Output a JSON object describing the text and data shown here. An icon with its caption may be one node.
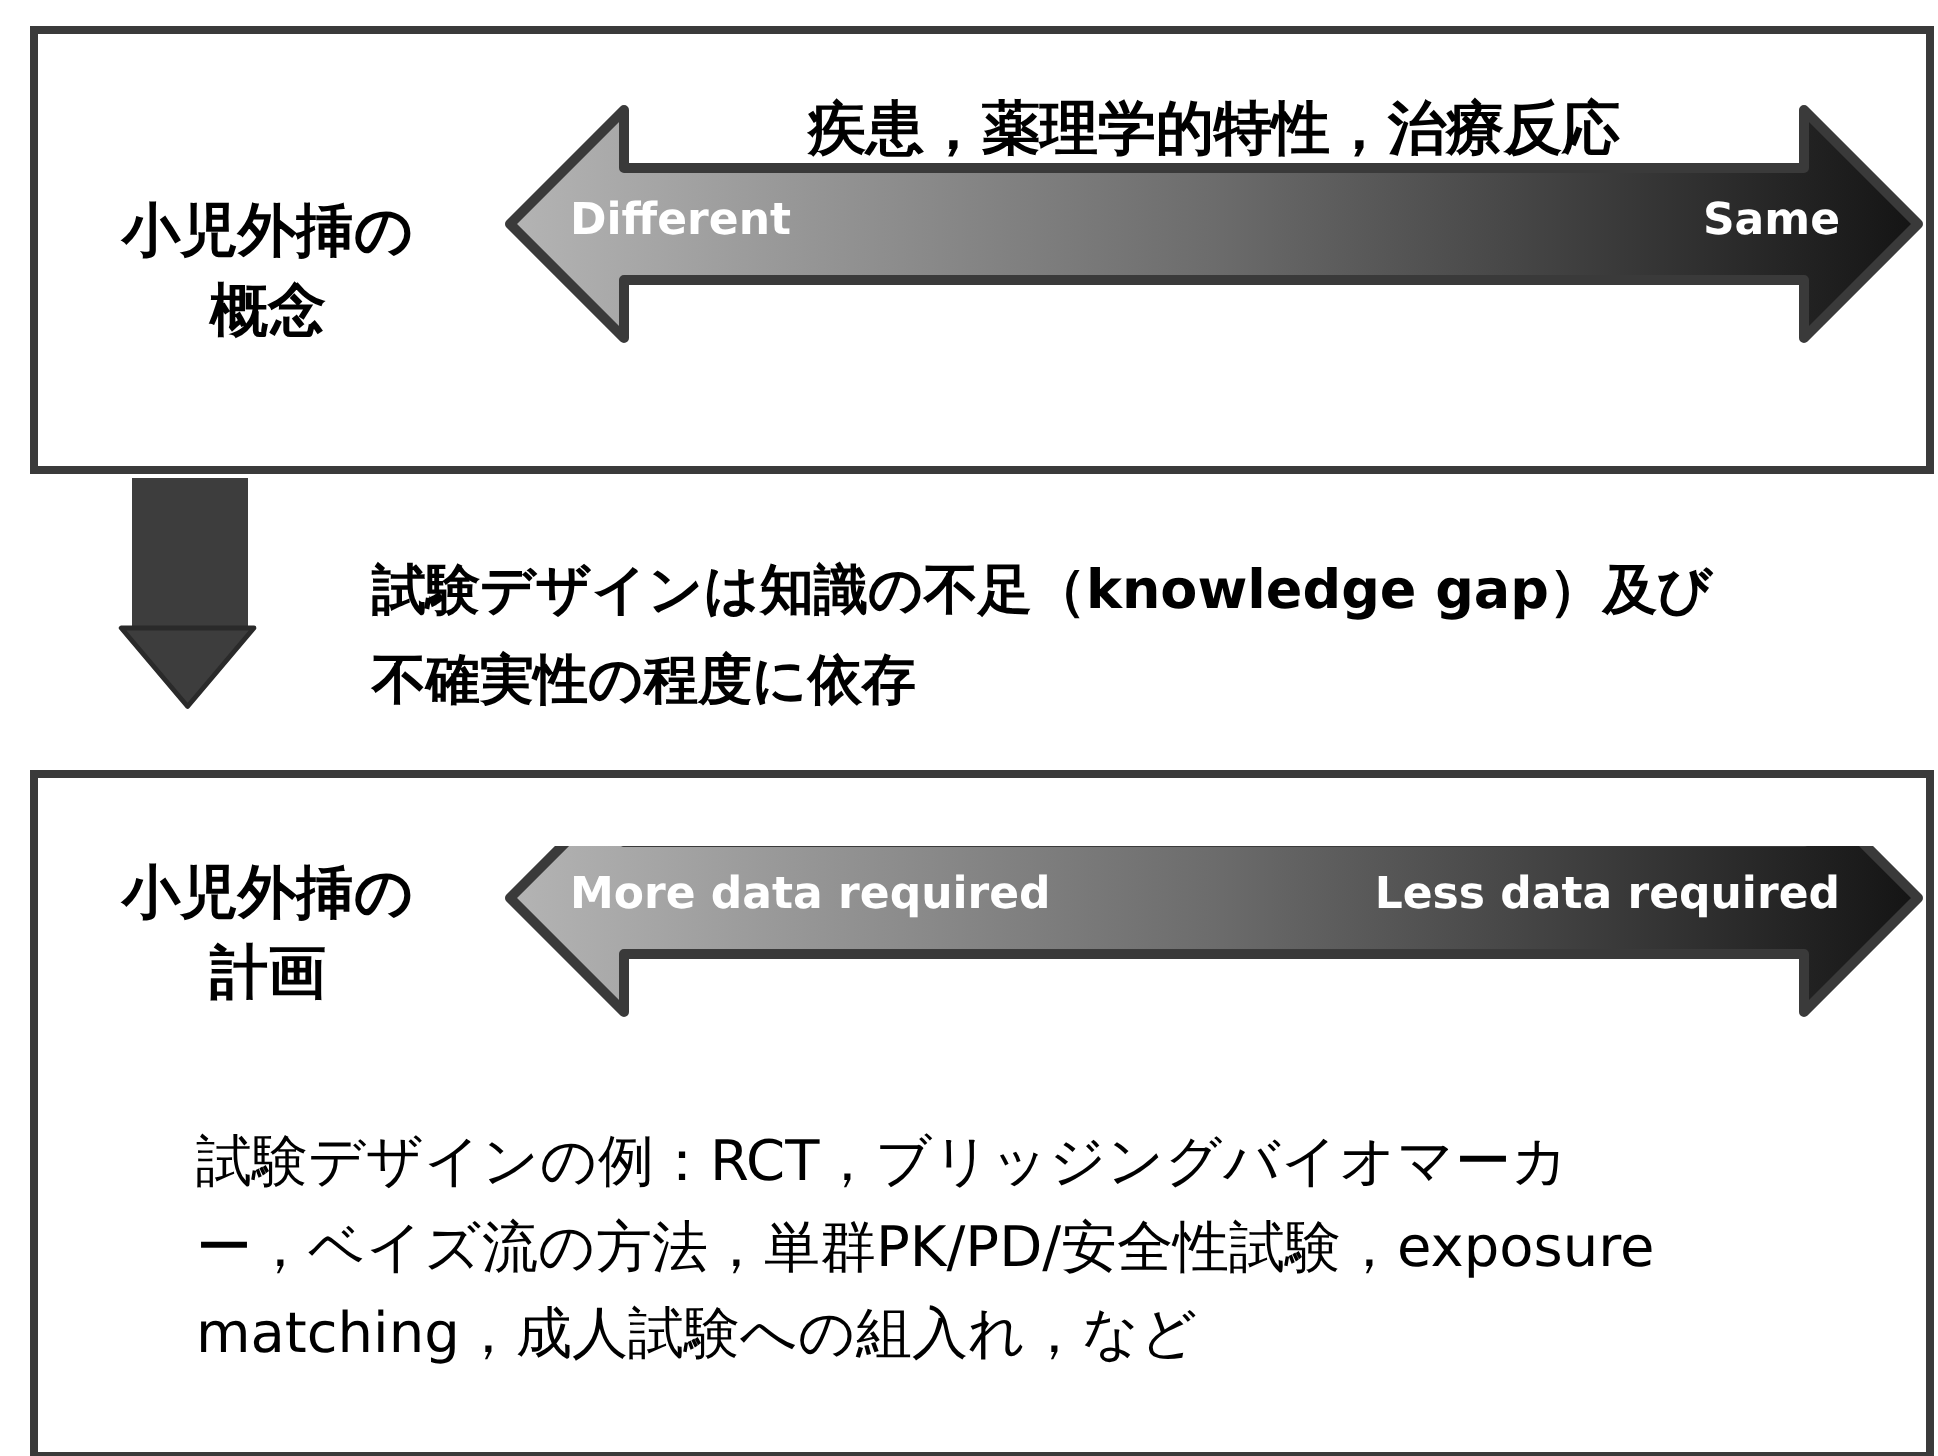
{
  "diagram": {
    "nodes": [
      {
        "text": [
          "小児外挿の概念"
        ]
      },
      {
        "text": [
          "疾患，薬理学的特性，治療反応",
          "Different",
          "Same"
        ],
        "in": 0
      },
      {
        "text": [
          "小児外挿の計画",
          "試験デザインの例：RCT，ブリッジングバイオマーカー，ベイズ流の方法，単群PK/PD/安全性試験，exposure matching，成人試験への組入れ，など"
        ]
      },
      {
        "text": [
          "More data required",
          "Less data required"
        ],
        "in": 2
      }
    ],
    "edges": [
      {
        "from": 0,
        "to": 2,
        "arrow": "to",
        "label": "試験デザインは知識の不足（knowledge gap）及び不確実性の程度に依存"
      }
    ]
  }
}
